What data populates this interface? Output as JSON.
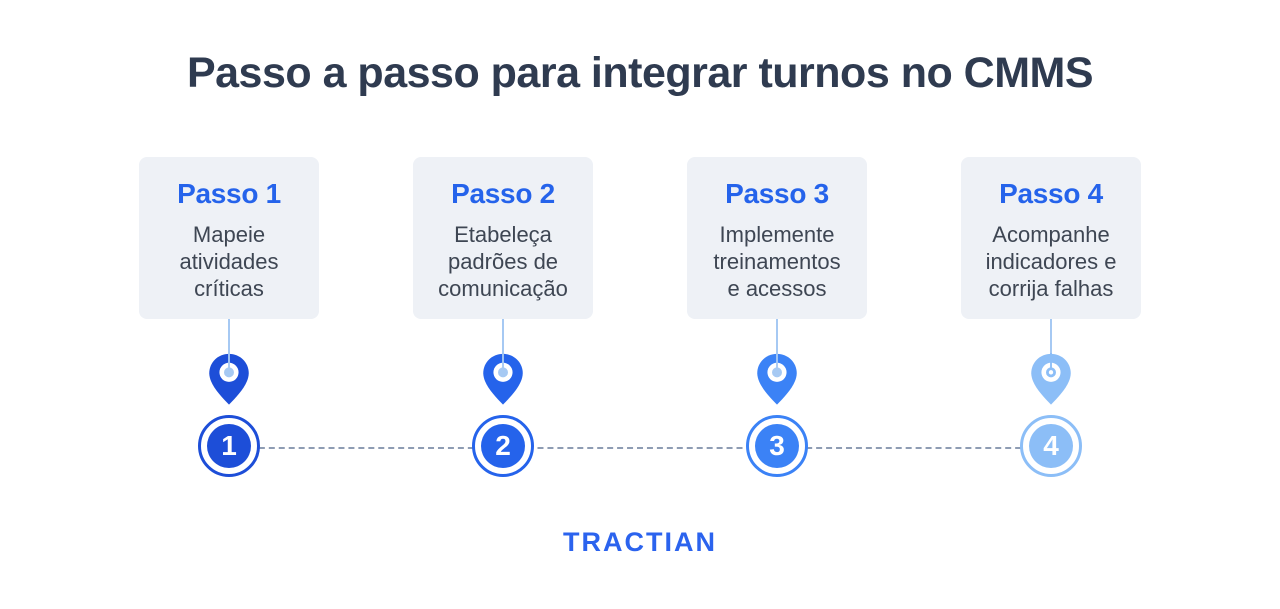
{
  "page": {
    "title": "Passo a passo para integrar turnos no CMMS",
    "background": "#FFFFFF"
  },
  "theme": {
    "title_color": "#2F3B50",
    "step_title_color": "#2563EB",
    "description_color": "#3E4653",
    "card_background": "#EEF1F6",
    "stem_color": "#A6C9F3",
    "connector_color": "#8E9CB3",
    "logo_color": "#2B63EE"
  },
  "steps": [
    {
      "number": "1",
      "title": "Passo 1",
      "description": [
        "Mapeie",
        "atividades",
        "críticas"
      ],
      "color": "#1D4ED8",
      "pin_dot_color": "#A6C9F3",
      "pin_dot_hole_color": "#A6C9F3"
    },
    {
      "number": "2",
      "title": "Passo 2",
      "description": [
        "Etabeleça",
        "padrões de",
        "comunicação"
      ],
      "color": "#2563EB",
      "pin_dot_color": "#A6C9F3",
      "pin_dot_hole_color": "#A6C9F3"
    },
    {
      "number": "3",
      "title": "Passo 3",
      "description": [
        "Implemente",
        "treinamentos",
        "e acessos"
      ],
      "color": "#3B82F6",
      "pin_dot_color": "#A6C9F3",
      "pin_dot_hole_color": "#A6C9F3"
    },
    {
      "number": "4",
      "title": "Passo 4",
      "description": [
        "Acompanhe",
        "indicadores e",
        "corrija falhas"
      ],
      "color": "#8CBEF7",
      "pin_dot_color": "#8CBEF7",
      "pin_dot_hole_color": "#FFFFFF"
    }
  ],
  "footer": {
    "logo_text": "TRACTIAN"
  }
}
